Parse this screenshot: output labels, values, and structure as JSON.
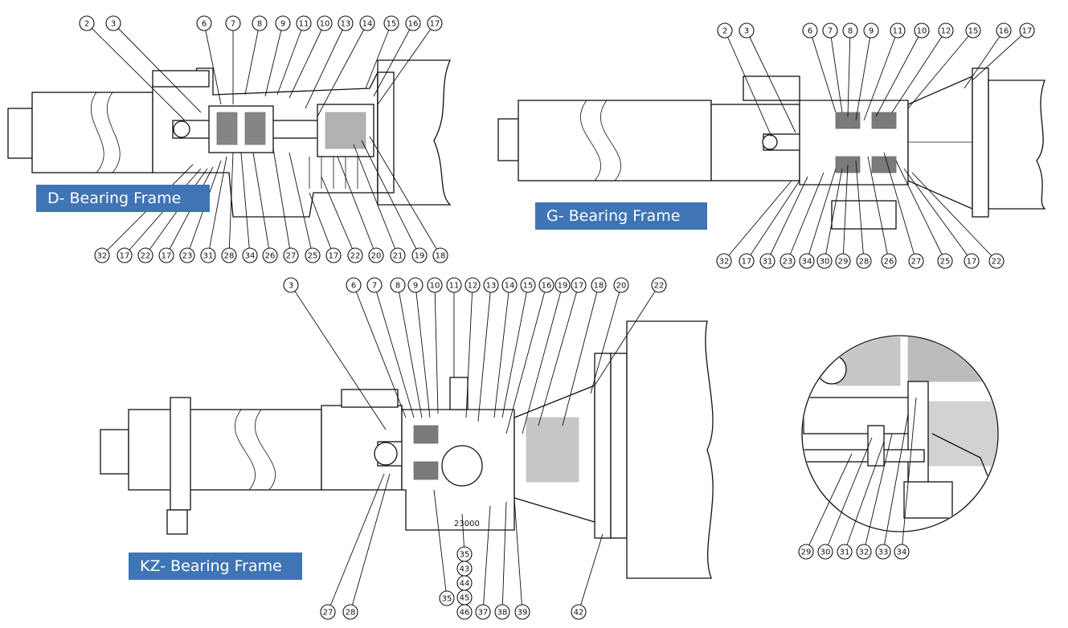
{
  "frames": {
    "d": {
      "title": "D- Bearing Frame",
      "top_callouts": [
        "2",
        "3",
        "6",
        "7",
        "8",
        "9",
        "11",
        "10",
        "13",
        "14",
        "15",
        "16",
        "17"
      ],
      "bottom_callouts": [
        "32",
        "17",
        "22",
        "17",
        "23",
        "31",
        "28",
        "34",
        "26",
        "27",
        "25",
        "17",
        "22",
        "20",
        "21",
        "19",
        "18"
      ]
    },
    "g": {
      "title": "G- Bearing Frame",
      "top_callouts": [
        "2",
        "3",
        "6",
        "7",
        "8",
        "9",
        "11",
        "10",
        "12",
        "15",
        "16",
        "17"
      ],
      "bottom_callouts": [
        "32",
        "17",
        "31",
        "23",
        "34",
        "30",
        "29",
        "28",
        "26",
        "27",
        "25",
        "17",
        "22"
      ]
    },
    "kz": {
      "title": "KZ- Bearing Frame",
      "top_callouts": [
        "3",
        "6",
        "7",
        "8",
        "9",
        "10",
        "11",
        "12",
        "13",
        "14",
        "15",
        "16",
        "19",
        "17",
        "18",
        "20",
        "22"
      ],
      "bottom_callouts": [
        "27",
        "28"
      ],
      "stack_callouts": [
        "35",
        "43",
        "44",
        "45",
        "46"
      ],
      "side_callout": "35",
      "bottom_row_callouts": [
        "37",
        "38",
        "39",
        "42"
      ],
      "stamp": "23000"
    },
    "detail": {
      "callouts": [
        "29",
        "30",
        "31",
        "32",
        "33",
        "34"
      ]
    }
  }
}
